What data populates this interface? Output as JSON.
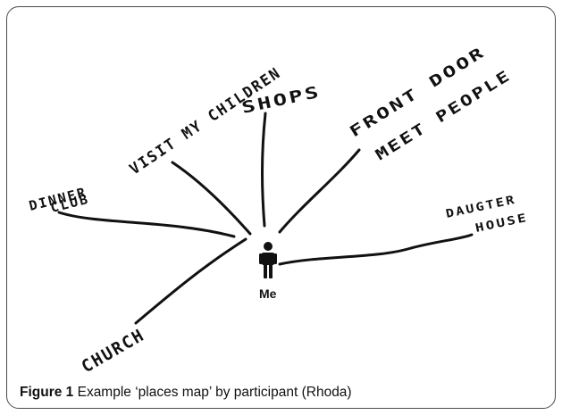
{
  "figure": {
    "center_label": "Me",
    "places": [
      {
        "id": "dinner-club",
        "lines": [
          "DINNER",
          "CLUB"
        ]
      },
      {
        "id": "visit-children",
        "lines": [
          "VISIT MY CHILDREN"
        ]
      },
      {
        "id": "shops",
        "lines": [
          "SHOPS"
        ]
      },
      {
        "id": "front-door",
        "lines": [
          "FRONT DOOR",
          "MEET PEOPLE"
        ]
      },
      {
        "id": "daughter-house",
        "lines": [
          "DAUGTER",
          "HOUSE"
        ]
      },
      {
        "id": "church",
        "lines": [
          "CHURCH"
        ]
      }
    ],
    "caption_label": "Figure 1",
    "caption_text": " Example ‘places map’ by participant (Rhoda)"
  },
  "colors": {
    "ink": "#111111",
    "frame": "#4a4a4a",
    "background": "#ffffff"
  }
}
